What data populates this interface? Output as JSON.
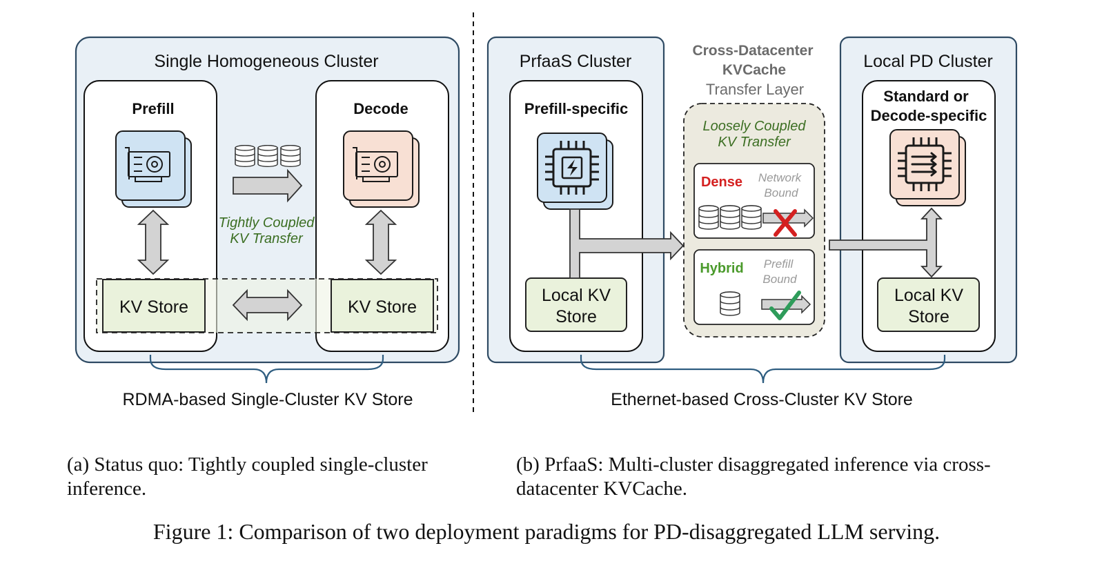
{
  "panel_a": {
    "cluster_title": "Single Homogeneous Cluster",
    "prefill_label": "Prefill",
    "decode_label": "Decode",
    "transfer_label_line1": "Tightly Coupled",
    "transfer_label_line2": "KV Transfer",
    "kv_store_left": "KV Store",
    "kv_store_right": "KV Store",
    "bottom_label": "RDMA-based Single-Cluster KV Store"
  },
  "panel_b": {
    "prfaas_title": "PrfaaS Cluster",
    "prefill_specific": "Prefill-specific",
    "local_kv_left_line1": "Local KV",
    "local_kv_left_line2": "Store",
    "cross_title_line1": "Cross-Datacenter",
    "cross_title_line2": "KVCache",
    "cross_title_line3": "Transfer Layer",
    "loose_line1": "Loosely Coupled",
    "loose_line2": "KV Transfer",
    "dense_label": "Dense",
    "dense_note_line1": "Network",
    "dense_note_line2": "Bound",
    "hybrid_label": "Hybrid",
    "hybrid_note_line1": "Prefill",
    "hybrid_note_line2": "Bound",
    "local_pd_title": "Local PD Cluster",
    "standard_line1": "Standard or",
    "standard_line2": "Decode-specific",
    "local_kv_right_line1": "Local KV",
    "local_kv_right_line2": "Store",
    "bottom_label": "Ethernet-based Cross-Cluster KV Store"
  },
  "captions": {
    "a": "(a) Status quo: Tightly coupled single-cluster inference.",
    "b": "(b) PrfaaS: Multi-cluster disaggregated inference via cross-datacenter KVCache.",
    "figure": "Figure 1: Comparison of two deployment paradigms for PD-disaggregated LLM serving."
  },
  "colors": {
    "cluster_bg": "#e9f0f6",
    "cluster_border": "#2e4a63",
    "kv_store_fill": "#eaf2dc",
    "gpu_blue": "#cfe3f3",
    "gpu_peach": "#f8e0d4",
    "arrow_gray": "#d3d3d3",
    "coupled_text": "#3b6e22",
    "dense_red": "#d42020",
    "hybrid_green": "#4a9a2b",
    "check_green": "#2e9c5a",
    "brace_blue": "#2e5d80"
  },
  "icons": {
    "gpu": "gpu-card-icon",
    "chip_prefill": "chip-bolt-icon",
    "chip_decode": "chip-arrows-icon",
    "database": "database-icon",
    "cross": "cross-icon",
    "check": "check-icon"
  }
}
